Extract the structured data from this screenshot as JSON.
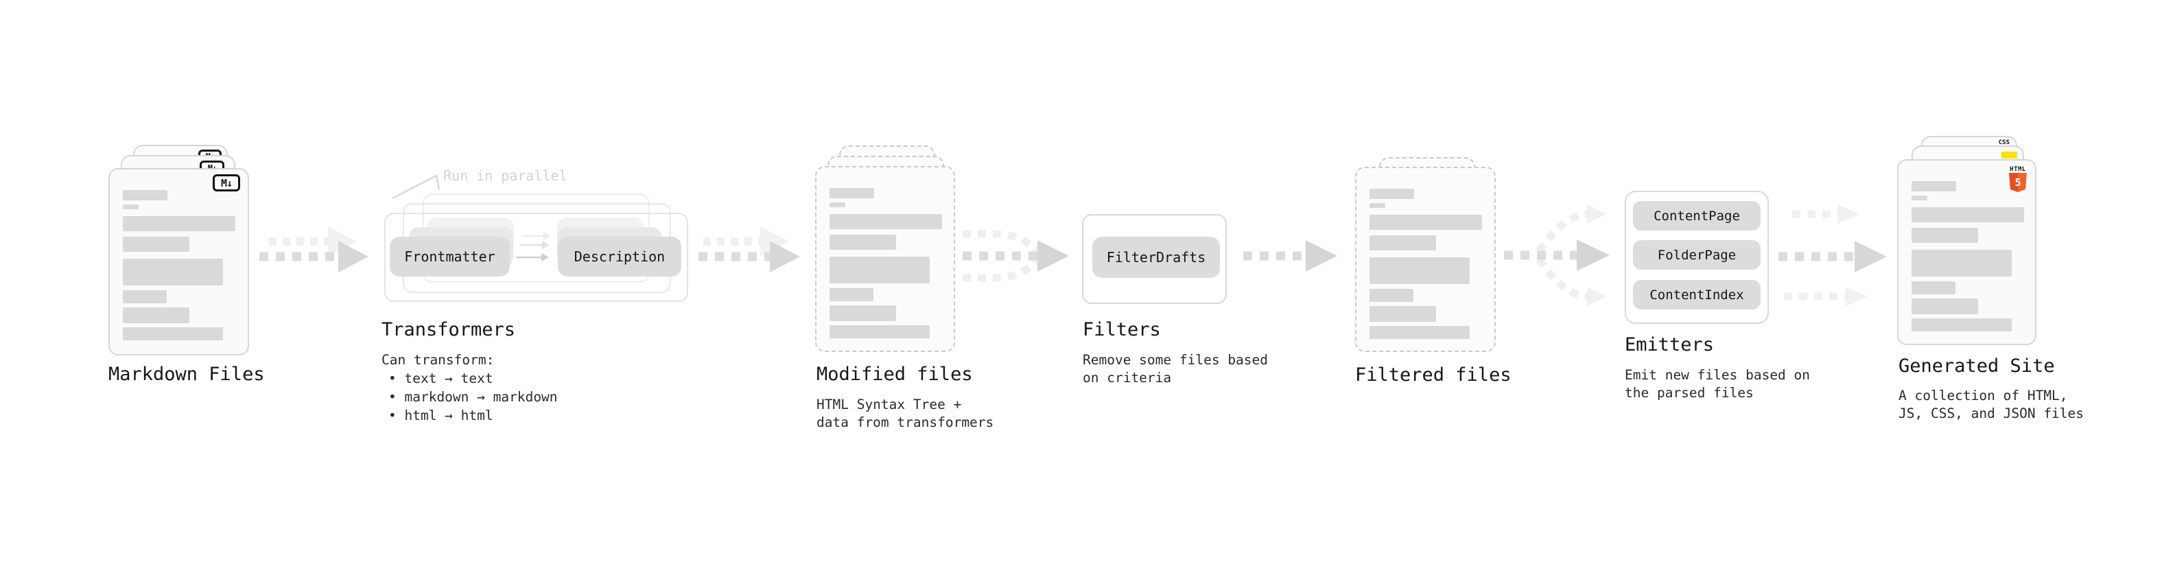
{
  "colors": {
    "html_orange": "#e44d26",
    "html_orange_light": "#f16529",
    "js_yellow": "#ffe000",
    "css_blue": "#2962ff"
  },
  "stages": {
    "markdown_files": {
      "title": "Markdown Files",
      "icon": "M↓"
    },
    "transformers": {
      "title": "Transformers",
      "callout": "Run in parallel",
      "pills": [
        "Frontmatter",
        "Description"
      ],
      "note_heading": "Can transform:",
      "bullets": [
        "• text → text",
        "• markdown → markdown",
        "• html → html"
      ]
    },
    "modified_files": {
      "title": "Modified files",
      "desc_lines": [
        "HTML Syntax Tree +",
        "data from transformers"
      ]
    },
    "filters": {
      "title": "Filters",
      "pills": [
        "FilterDrafts"
      ],
      "desc_lines": [
        "Remove some files based",
        "on criteria"
      ]
    },
    "filtered_files": {
      "title": "Filtered files"
    },
    "emitters": {
      "title": "Emitters",
      "pills": [
        "ContentPage",
        "FolderPage",
        "ContentIndex"
      ],
      "desc_lines": [
        "Emit new files based on",
        "the parsed files"
      ]
    },
    "generated_site": {
      "title": "Generated Site",
      "badges": {
        "css": "CSS",
        "html_label": "HTML",
        "html_number": "5"
      },
      "desc_lines": [
        "A collection of HTML,",
        "JS, CSS, and JSON files"
      ]
    }
  }
}
